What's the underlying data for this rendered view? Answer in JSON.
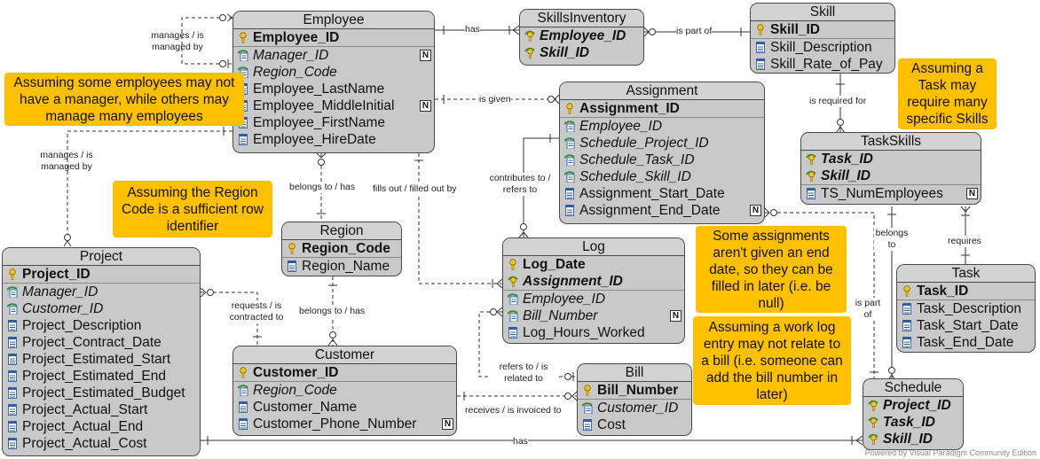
{
  "entities": {
    "employee": {
      "title": "Employee",
      "attrs": [
        {
          "name": "Employee_ID",
          "kind": "pk"
        },
        {
          "name": "Manager_ID",
          "kind": "fk",
          "nullable": true
        },
        {
          "name": "Region_Code",
          "kind": "fk"
        },
        {
          "name": "Employee_LastName",
          "kind": "attr"
        },
        {
          "name": "Employee_MiddleInitial",
          "kind": "attr",
          "nullable": true
        },
        {
          "name": "Employee_FirstName",
          "kind": "attr"
        },
        {
          "name": "Employee_HireDate",
          "kind": "attr"
        }
      ]
    },
    "skillsinventory": {
      "title": "SkillsInventory",
      "attrs": [
        {
          "name": "Employee_ID",
          "kind": "pfk"
        },
        {
          "name": "Skill_ID",
          "kind": "pfk"
        }
      ]
    },
    "skill": {
      "title": "Skill",
      "attrs": [
        {
          "name": "Skill_ID",
          "kind": "pk"
        },
        {
          "name": "Skill_Description",
          "kind": "attr"
        },
        {
          "name": "Skill_Rate_of_Pay",
          "kind": "attr"
        }
      ]
    },
    "assignment": {
      "title": "Assignment",
      "attrs": [
        {
          "name": "Assignment_ID",
          "kind": "pk"
        },
        {
          "name": "Employee_ID",
          "kind": "fk"
        },
        {
          "name": "Schedule_Project_ID",
          "kind": "fk"
        },
        {
          "name": "Schedule_Task_ID",
          "kind": "fk"
        },
        {
          "name": "Schedule_Skill_ID",
          "kind": "fk"
        },
        {
          "name": "Assignment_Start_Date",
          "kind": "attr"
        },
        {
          "name": "Assignment_End_Date",
          "kind": "attr",
          "nullable": true
        }
      ]
    },
    "taskskills": {
      "title": "TaskSkills",
      "attrs": [
        {
          "name": "Task_ID",
          "kind": "pfk"
        },
        {
          "name": "Skill_ID",
          "kind": "pfk"
        },
        {
          "name": "TS_NumEmployees",
          "kind": "attr",
          "nullable": true
        }
      ]
    },
    "region": {
      "title": "Region",
      "attrs": [
        {
          "name": "Region_Code",
          "kind": "pk"
        },
        {
          "name": "Region_Name",
          "kind": "attr"
        }
      ]
    },
    "log": {
      "title": "Log",
      "attrs": [
        {
          "name": "Log_Date",
          "kind": "pk"
        },
        {
          "name": "Assignment_ID",
          "kind": "pfk"
        },
        {
          "name": "Employee_ID",
          "kind": "fk"
        },
        {
          "name": "Bill_Number",
          "kind": "fk",
          "nullable": true
        },
        {
          "name": "Log_Hours_Worked",
          "kind": "attr"
        }
      ]
    },
    "project": {
      "title": "Project",
      "attrs": [
        {
          "name": "Project_ID",
          "kind": "pk"
        },
        {
          "name": "Manager_ID",
          "kind": "fk"
        },
        {
          "name": "Customer_ID",
          "kind": "fk"
        },
        {
          "name": "Project_Description",
          "kind": "attr"
        },
        {
          "name": "Project_Contract_Date",
          "kind": "attr"
        },
        {
          "name": "Project_Estimated_Start",
          "kind": "attr"
        },
        {
          "name": "Project_Estimated_End",
          "kind": "attr"
        },
        {
          "name": "Project_Estimated_Budget",
          "kind": "attr"
        },
        {
          "name": "Project_Actual_Start",
          "kind": "attr"
        },
        {
          "name": "Project_Actual_End",
          "kind": "attr"
        },
        {
          "name": "Project_Actual_Cost",
          "kind": "attr"
        }
      ]
    },
    "customer": {
      "title": "Customer",
      "attrs": [
        {
          "name": "Customer_ID",
          "kind": "pk"
        },
        {
          "name": "Region_Code",
          "kind": "fk"
        },
        {
          "name": "Customer_Name",
          "kind": "attr"
        },
        {
          "name": "Customer_Phone_Number",
          "kind": "attr",
          "nullable": true
        }
      ]
    },
    "bill": {
      "title": "Bill",
      "attrs": [
        {
          "name": "Bill_Number",
          "kind": "pk"
        },
        {
          "name": "Customer_ID",
          "kind": "fk"
        },
        {
          "name": "Cost",
          "kind": "attr"
        }
      ]
    },
    "task": {
      "title": "Task",
      "attrs": [
        {
          "name": "Task_ID",
          "kind": "pk"
        },
        {
          "name": "Task_Description",
          "kind": "attr"
        },
        {
          "name": "Task_Start_Date",
          "kind": "attr"
        },
        {
          "name": "Task_End_Date",
          "kind": "attr"
        }
      ]
    },
    "schedule": {
      "title": "Schedule",
      "attrs": [
        {
          "name": "Project_ID",
          "kind": "pfk"
        },
        {
          "name": "Task_ID",
          "kind": "pfk"
        },
        {
          "name": "Skill_ID",
          "kind": "pfk"
        }
      ]
    }
  },
  "notes": {
    "manager": "Assuming some employees may not have a manager, while others may manage many employees",
    "region": "Assuming the Region Code is a sufficient row identifier",
    "task": "Assuming a Task may require many specific Skills",
    "enddate": "Some assignments aren't given an end date, so they can be filled in later (i.e. be null)",
    "worklog": "Assuming a work log entry may not relate to a bill (i.e. someone can add the bill number in later)"
  },
  "relationships": {
    "manages_top": "manages / is managed by",
    "manages_left": "manages / is managed by",
    "has_inventory": "has",
    "is_part_of_skill": "is part of",
    "is_given": "is given",
    "is_required_for": "is required for",
    "belongs_region": "belongs to / has",
    "fills_out": "fills out / filled out by",
    "contributes": "contributes to / refers to",
    "requests": "requests / is contracted to",
    "belongs_customer": "belongs to / has",
    "refers_bill": "refers to / is related to",
    "receives": "receives / is invoiced to",
    "has_schedule": "has",
    "belongs_to_taskskills": "belongs to",
    "requires": "requires",
    "is_part_of_schedule": "is part of"
  },
  "watermark": "Powered by Visual Paradigm Community Edition"
}
